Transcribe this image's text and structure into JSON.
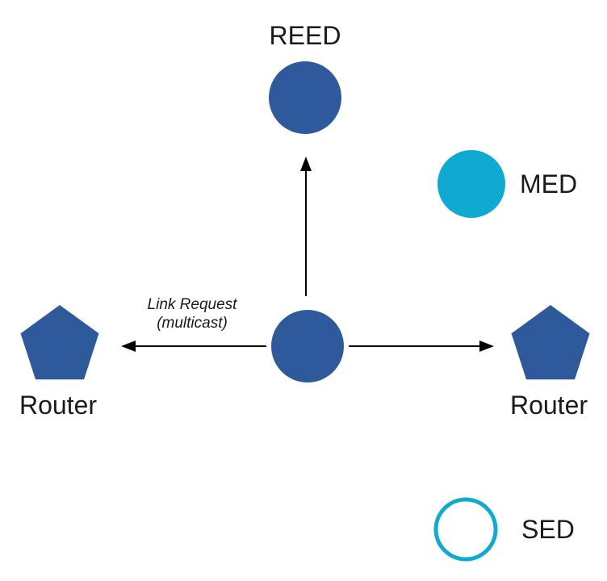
{
  "diagram": {
    "nodes": {
      "reed": {
        "label": "REED",
        "shape": "circle",
        "fill": "filled"
      },
      "med": {
        "label": "MED",
        "shape": "circle",
        "fill": "filled"
      },
      "sed": {
        "label": "SED",
        "shape": "circle",
        "fill": "outline"
      },
      "router_left": {
        "label": "Router",
        "shape": "pentagon",
        "fill": "filled"
      },
      "router_right": {
        "label": "Router",
        "shape": "pentagon",
        "fill": "filled"
      },
      "center": {
        "label": "",
        "shape": "circle",
        "fill": "filled"
      }
    },
    "annotation": {
      "line1": "Link Request",
      "line2": "(multicast)"
    },
    "colors": {
      "node_blue": "#2E5A9C",
      "node_cyan": "#10A9D2",
      "arrow": "#000000",
      "text": "#1a1a1a"
    }
  }
}
